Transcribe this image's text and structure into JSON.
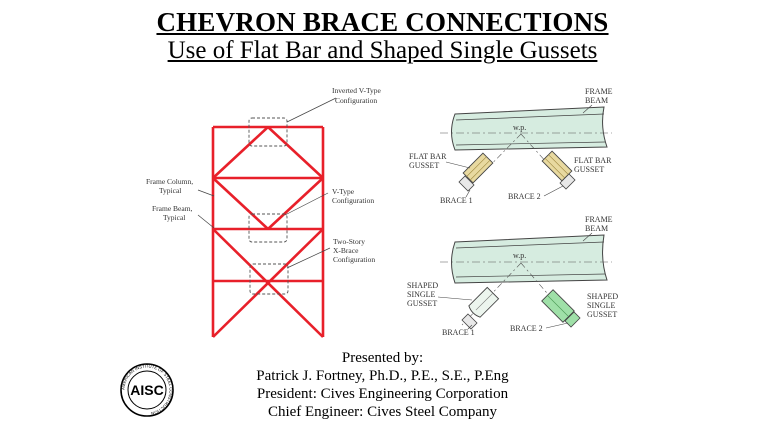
{
  "title": "CHEVRON BRACE CONNECTIONS",
  "subtitle": "Use of Flat Bar and Shaped Single Gussets",
  "frame_labels": {
    "inverted_v_1": "Inverted V-Type",
    "inverted_v_2": "Configuration",
    "frame_column_1": "Frame Column,",
    "frame_column_2": "Typical",
    "frame_beam_1": "Frame Beam,",
    "frame_beam_2": "Typical",
    "v_type_1": "V-Type",
    "v_type_2": "Configuration",
    "x_brace_1": "Two-Story",
    "x_brace_2": "X-Brace",
    "x_brace_3": "Configuration"
  },
  "detail_top": {
    "frame_beam_1": "FRAME",
    "frame_beam_2": "BEAM",
    "wp": "w.p.",
    "gusset_left_1": "FLAT BAR",
    "gusset_left_2": "GUSSET",
    "gusset_right_1": "FLAT BAR",
    "gusset_right_2": "GUSSET",
    "brace1": "BRACE 1",
    "brace2": "BRACE 2"
  },
  "detail_bottom": {
    "frame_beam_1": "FRAME",
    "frame_beam_2": "BEAM",
    "wp": "w.p.",
    "gusset_left_1": "SHAPED",
    "gusset_left_2": "SINGLE",
    "gusset_left_3": "GUSSET",
    "gusset_right_1": "SHAPED",
    "gusset_right_2": "SINGLE",
    "gusset_right_3": "GUSSET",
    "brace1": "BRACE 1",
    "brace2": "BRACE 2"
  },
  "credits": {
    "line1": "Presented by:",
    "line2": "Patrick J. Fortney, Ph.D., P.E., S.E., P.Eng",
    "line3": "President: Cives Engineering Corporation",
    "line4": "Chief Engineer: Cives Steel Company"
  },
  "logo": {
    "text": "AISC",
    "ring_text": "AMERICAN INSTITUTE OF STEEL CONSTRUCTION"
  },
  "colors": {
    "frame_red": "#e8202a",
    "beam_fill": "#d6ece0",
    "flat_bar_fill": "#e8d9a0",
    "shaped_gusset_fill": "#9fe0a8",
    "outline": "#444444"
  }
}
